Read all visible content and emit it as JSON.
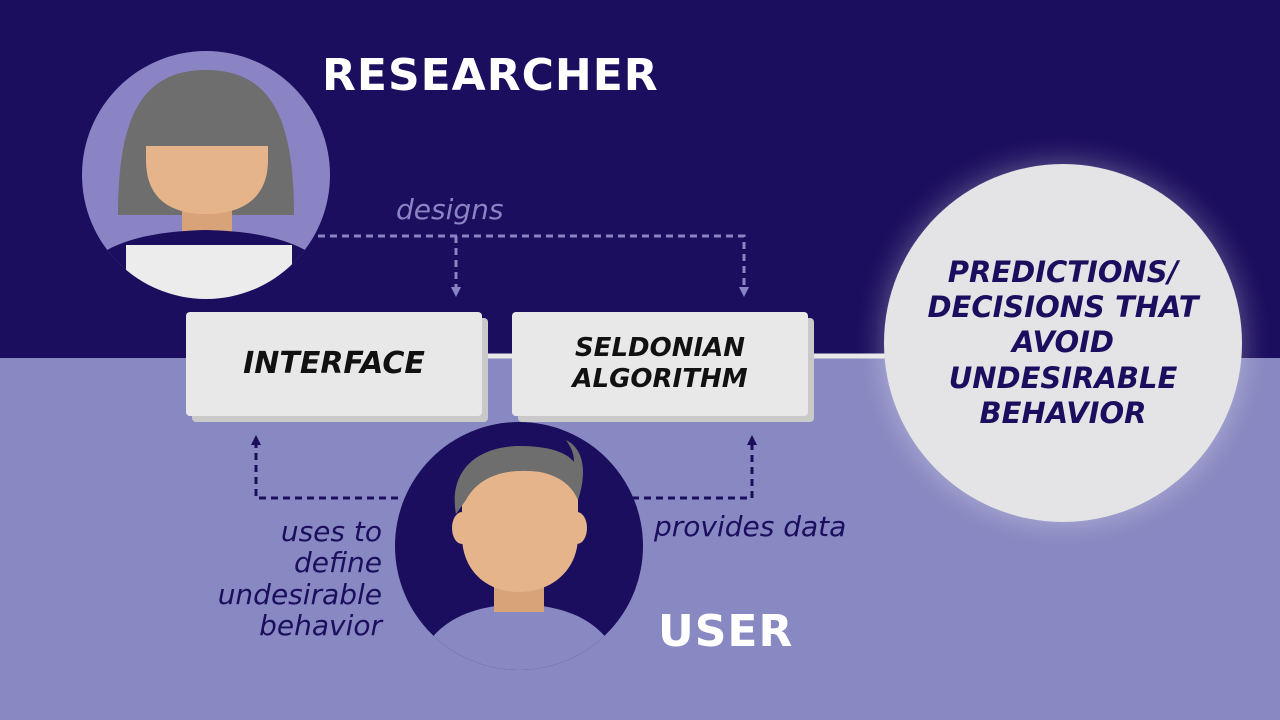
{
  "actors": {
    "researcher_label": "RESEARCHER",
    "user_label": "USER"
  },
  "boxes": {
    "interface": "INTERFACE",
    "seldonian_line1": "SELDONIAN",
    "seldonian_line2": "ALGORITHM"
  },
  "outcome": {
    "text": "PREDICTIONS/ DECISIONS THAT AVOID UNDESIRABLE BEHAVIOR"
  },
  "arrows": {
    "designs": "designs",
    "uses_line1": "uses to",
    "uses_line2": "define",
    "uses_line3": "undesirable",
    "uses_line4": "behavior",
    "provides": "provides data"
  },
  "colors": {
    "top_background": "#1c0e5e",
    "bottom_background": "#8888c2",
    "box_fill": "#e8e8e8",
    "outcome_text": "#1c0e5e",
    "skin": "#e6b48a",
    "hair": "#6e6e6e"
  },
  "icons": {
    "researcher": "researcher-avatar-icon",
    "user": "user-avatar-icon"
  }
}
